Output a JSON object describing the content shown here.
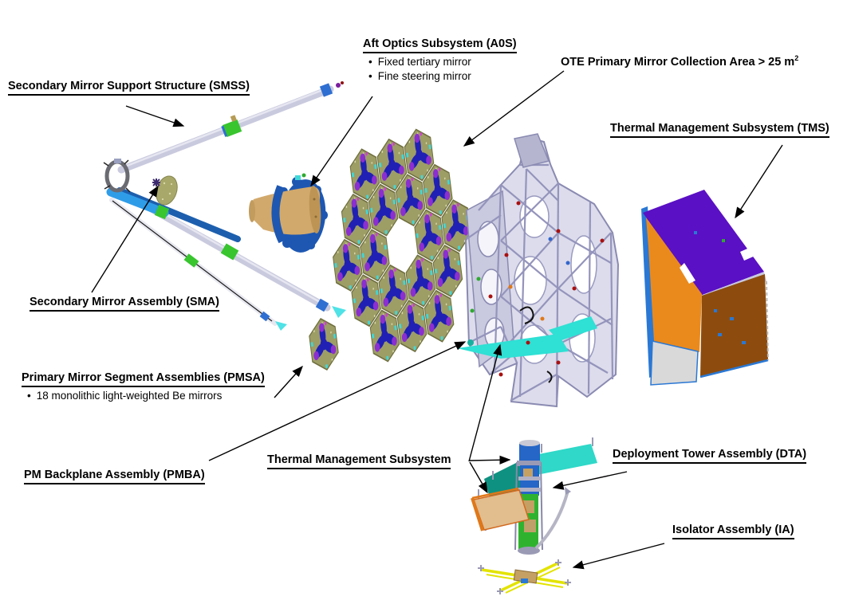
{
  "diagram": {
    "bullet_char": "•",
    "labels": {
      "smss": "Secondary Mirror Support Structure (SMSS)",
      "aos_title": "Aft Optics Subsystem (A0S)",
      "aos_bullet_1": "Fixed tertiary mirror",
      "aos_bullet_2": "Fine steering mirror",
      "ote_area_main": "OTE Primary Mirror Collection Area > 25 m",
      "ote_area_sup": "2",
      "tms": "Thermal Management Subsystem (TMS)",
      "sma": "Secondary Mirror Assembly (SMA)",
      "pmsa_title": "Primary Mirror Segment Assemblies (PMSA)",
      "pmsa_bullet_1": "18 monolithic light-weighted Be mirrors",
      "pmba": "PM Backplane Assembly (PMBA)",
      "tms_bottom": "Thermal Management Subsystem",
      "dta": "Deployment Tower Assembly (DTA)",
      "ia": "Isolator Assembly (IA)"
    },
    "colors": {
      "background": "#ffffff",
      "arrow_black": "#000000",
      "boom_lavender": "#c9cade",
      "joint_green": "#38c52e",
      "fitting_blue": "#2f6fd2",
      "tip_cyan": "#4fe2e6",
      "mirror_olive": "#9d9d66",
      "actuator_blue": "#2020b4",
      "actuator_purple": "#8c2fd0",
      "truss_lavender": "#b9b9d4",
      "radiator_cyan": "#2fe0d4",
      "tms_purple": "#5a10c4",
      "tms_orange": "#ea8a1c",
      "tms_brown": "#8d4c0e",
      "tms_grey": "#d9d9d9",
      "tower_green": "#2fb32f",
      "tower_blue": "#2566c6",
      "panel_teal": "#0e9180",
      "panel_wheat": "#e2bd8e",
      "ia_yellow": "#e3e300"
    }
  }
}
